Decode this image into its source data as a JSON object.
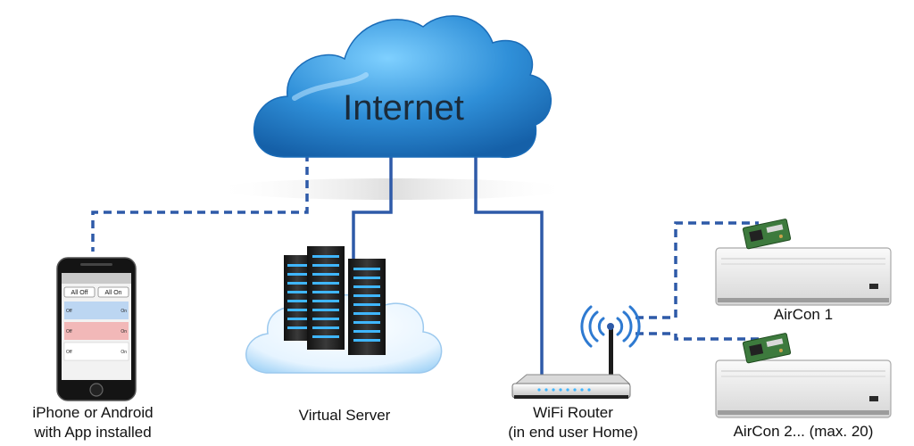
{
  "cloud": {
    "label": "Internet"
  },
  "phone": {
    "caption_line1": "iPhone or Android",
    "caption_line2": "with App installed",
    "button_all_off": "All Off",
    "button_all_on": "All On",
    "row_off": "Off",
    "row_on": "On"
  },
  "server": {
    "caption": "Virtual Server"
  },
  "router": {
    "caption_line1": "WiFi Router",
    "caption_line2": "(in end user Home)"
  },
  "aircon1": {
    "caption": "AirCon 1"
  },
  "aircon2": {
    "caption": "AirCon 2... (max. 20)"
  },
  "colors": {
    "cloud": "#2f8fd8",
    "link": "#2e5aa8",
    "device": "#1c1c1c",
    "server_light": "#3fb6ff"
  }
}
